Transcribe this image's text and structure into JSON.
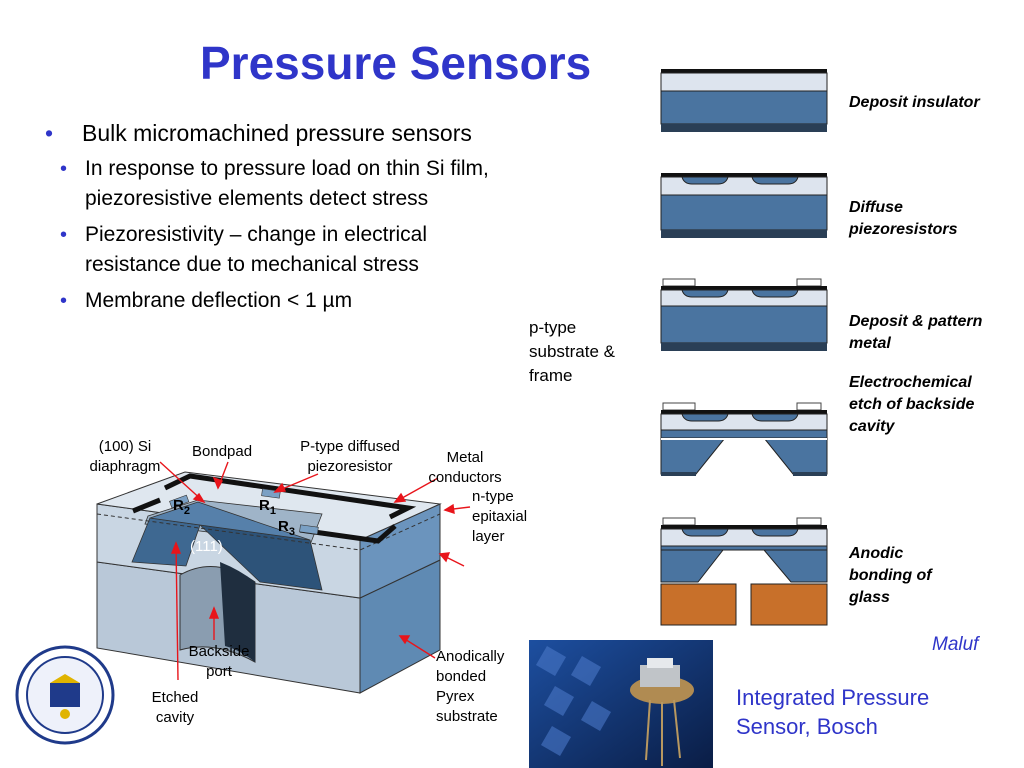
{
  "title": "Pressure Sensors",
  "bullets": {
    "main": "Bulk micromachined pressure sensors",
    "subs": [
      "In response to pressure load on thin Si film, piezoresistive elements detect stress",
      "Piezoresistivity – change in electrical resistance due to mechanical stress",
      "Membrane deflection < 1 µm"
    ]
  },
  "process_steps": [
    {
      "label": "Deposit insulator"
    },
    {
      "label": "Diffuse piezoresistors"
    },
    {
      "label": "Deposit & pattern metal"
    },
    {
      "label": "Electrochemical etch of backside cavity"
    },
    {
      "label": "Anodic bonding of glass"
    }
  ],
  "substrate_label": "p-type substrate & frame",
  "diagram_labels": {
    "diaphragm": "(100) Si diaphragm",
    "bondpad": "Bondpad",
    "piezoresistor": "P-type diffused piezoresistor",
    "metal": "Metal conductors",
    "epi": "n-type epitaxial layer",
    "r1": "R1",
    "r2": "R2",
    "r3": "R3",
    "plane": "(111)",
    "backside_port": "Backside port",
    "etched_cavity": "Etched cavity",
    "pyrex": "Anodically bonded Pyrex substrate"
  },
  "credit": "Maluf",
  "photo_caption": "Integrated Pressure Sensor, Bosch",
  "colors": {
    "title": "#2f35c9",
    "silicon": "#4a74a0",
    "insulator": "#dde4ee",
    "glass": "#c8702a",
    "arrow": "#e8151b"
  }
}
